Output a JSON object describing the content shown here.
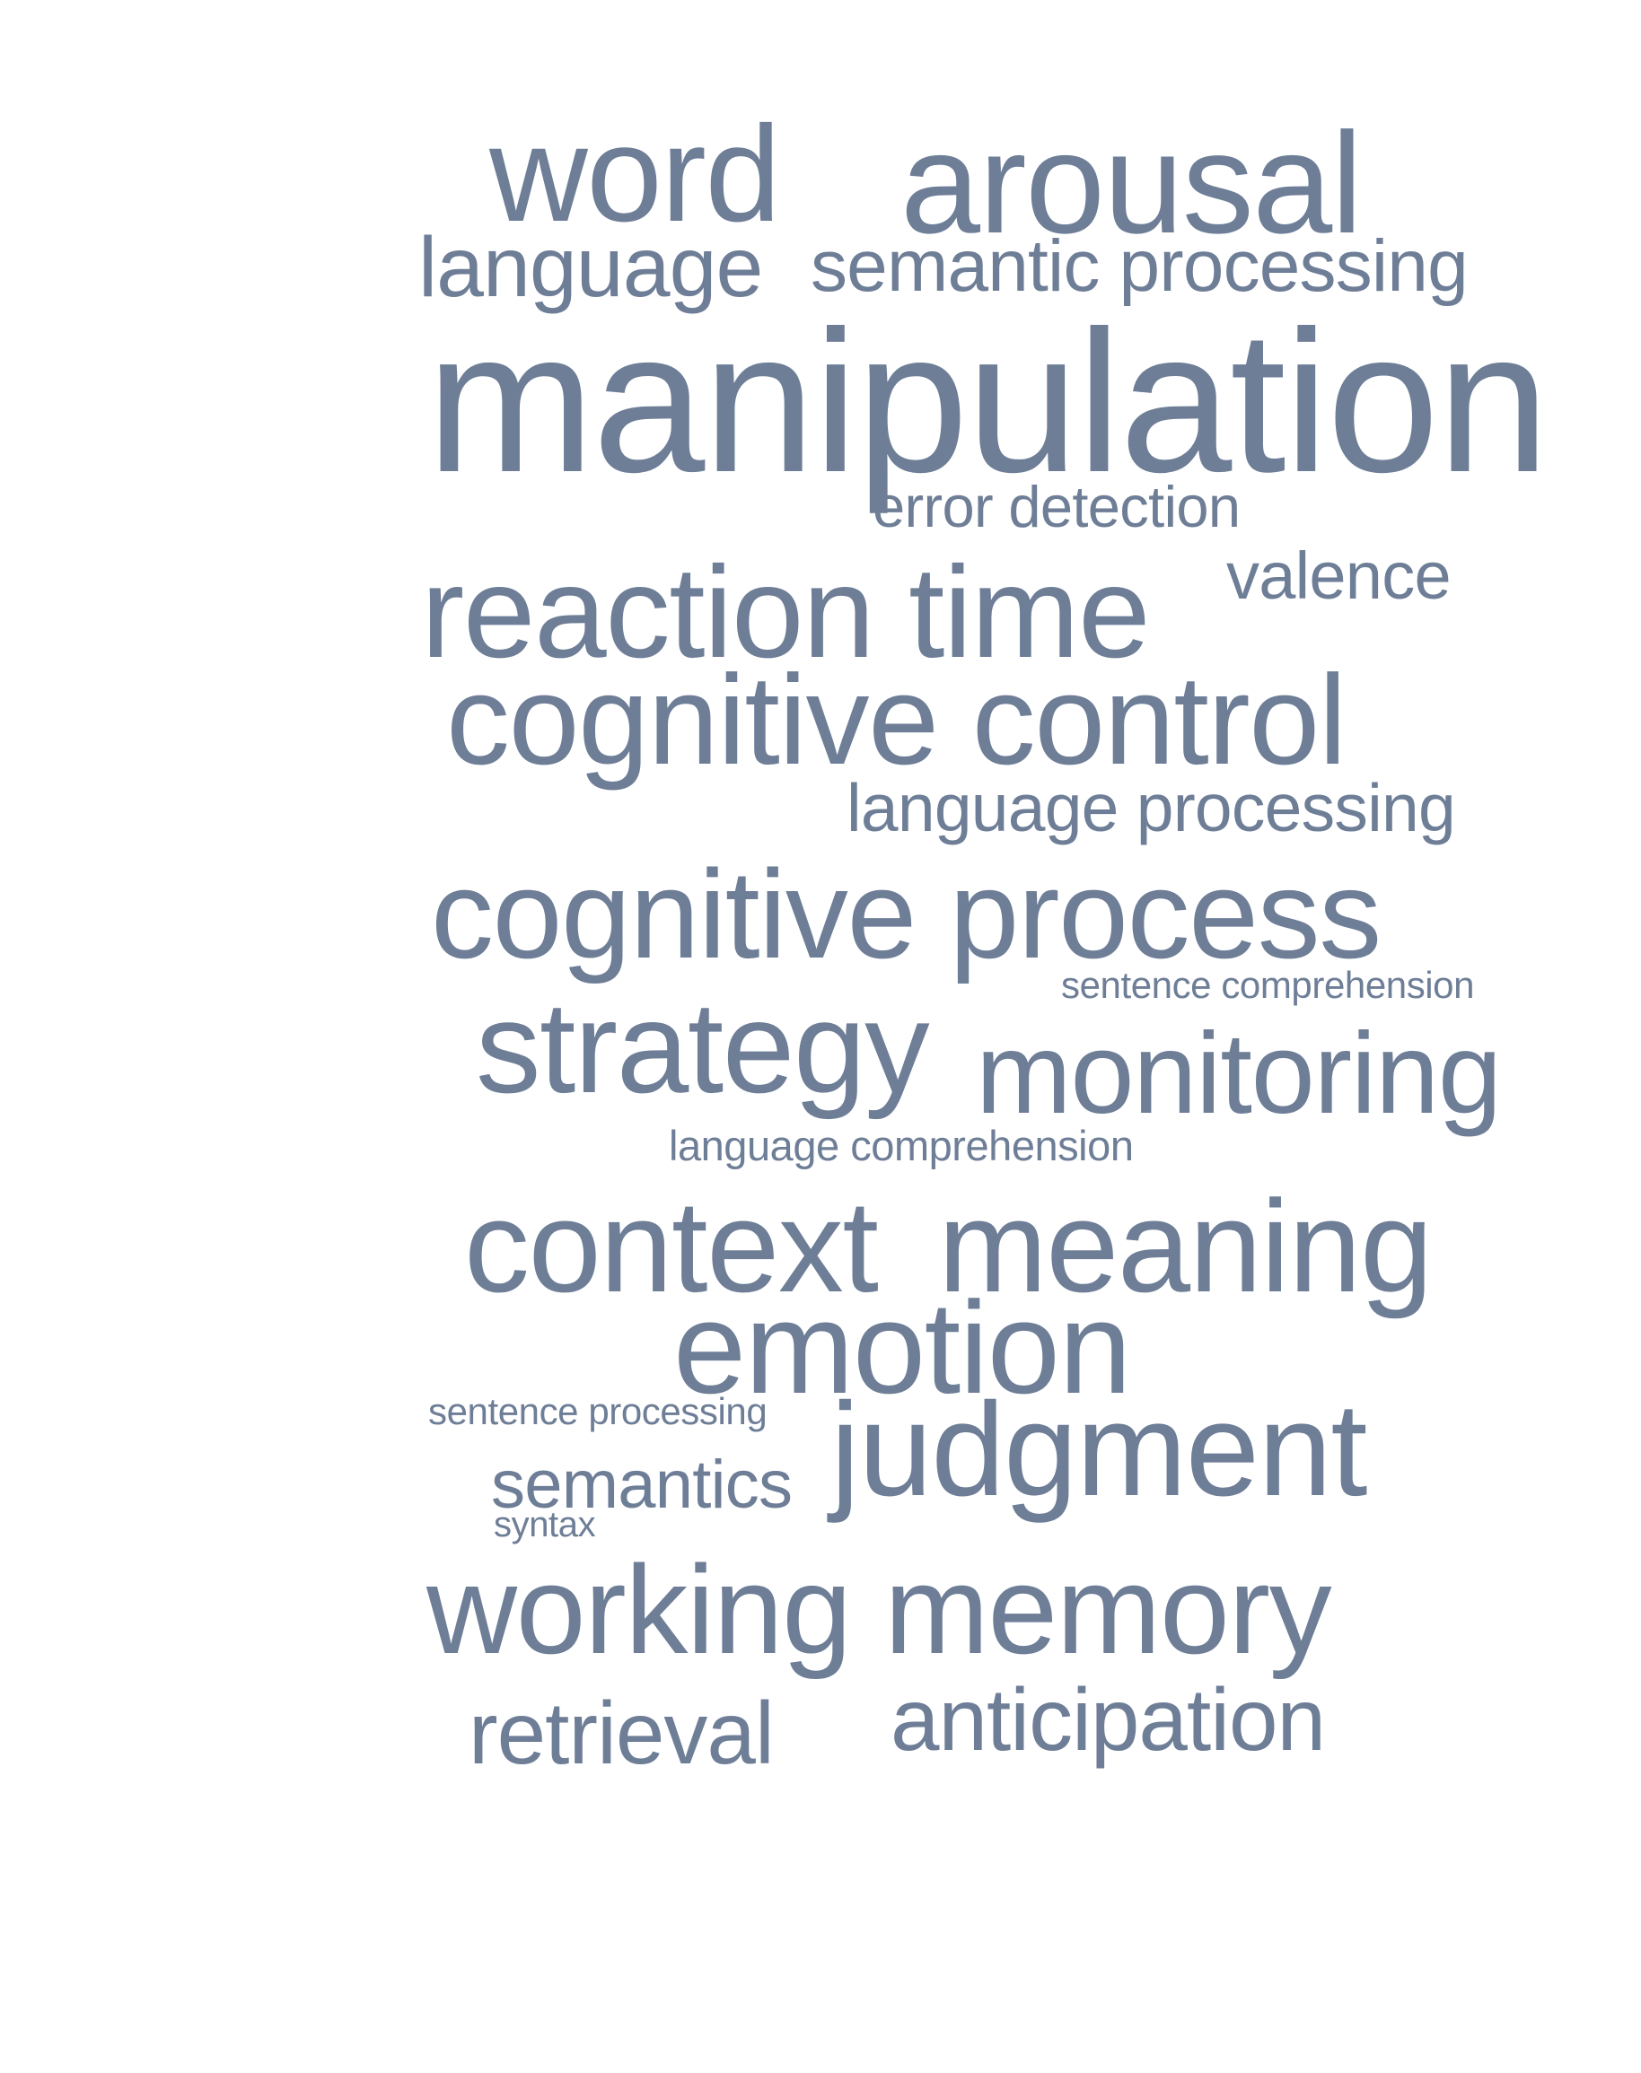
{
  "word_cloud": {
    "color": "#6e7e97",
    "words": [
      {
        "id": "word",
        "text": "word"
      },
      {
        "id": "arousal",
        "text": "arousal"
      },
      {
        "id": "language",
        "text": "language"
      },
      {
        "id": "semantic-processing",
        "text": "semantic processing"
      },
      {
        "id": "manipulation",
        "text": "manipulation"
      },
      {
        "id": "error-detection",
        "text": "error detection"
      },
      {
        "id": "valence",
        "text": "valence"
      },
      {
        "id": "reaction-time",
        "text": "reaction time"
      },
      {
        "id": "cognitive-control",
        "text": "cognitive control"
      },
      {
        "id": "language-processing",
        "text": "language processing"
      },
      {
        "id": "cognitive-process",
        "text": "cognitive process"
      },
      {
        "id": "sentence-comprehension",
        "text": "sentence comprehension"
      },
      {
        "id": "strategy",
        "text": "strategy"
      },
      {
        "id": "monitoring",
        "text": "monitoring"
      },
      {
        "id": "language-comprehension",
        "text": "language comprehension"
      },
      {
        "id": "context",
        "text": "context"
      },
      {
        "id": "meaning",
        "text": "meaning"
      },
      {
        "id": "emotion",
        "text": "emotion"
      },
      {
        "id": "sentence-processing",
        "text": "sentence processing"
      },
      {
        "id": "judgment",
        "text": "judgment"
      },
      {
        "id": "semantics",
        "text": "semantics"
      },
      {
        "id": "syntax",
        "text": "syntax"
      },
      {
        "id": "working-memory",
        "text": "working memory"
      },
      {
        "id": "retrieval",
        "text": "retrieval"
      },
      {
        "id": "anticipation",
        "text": "anticipation"
      }
    ]
  }
}
